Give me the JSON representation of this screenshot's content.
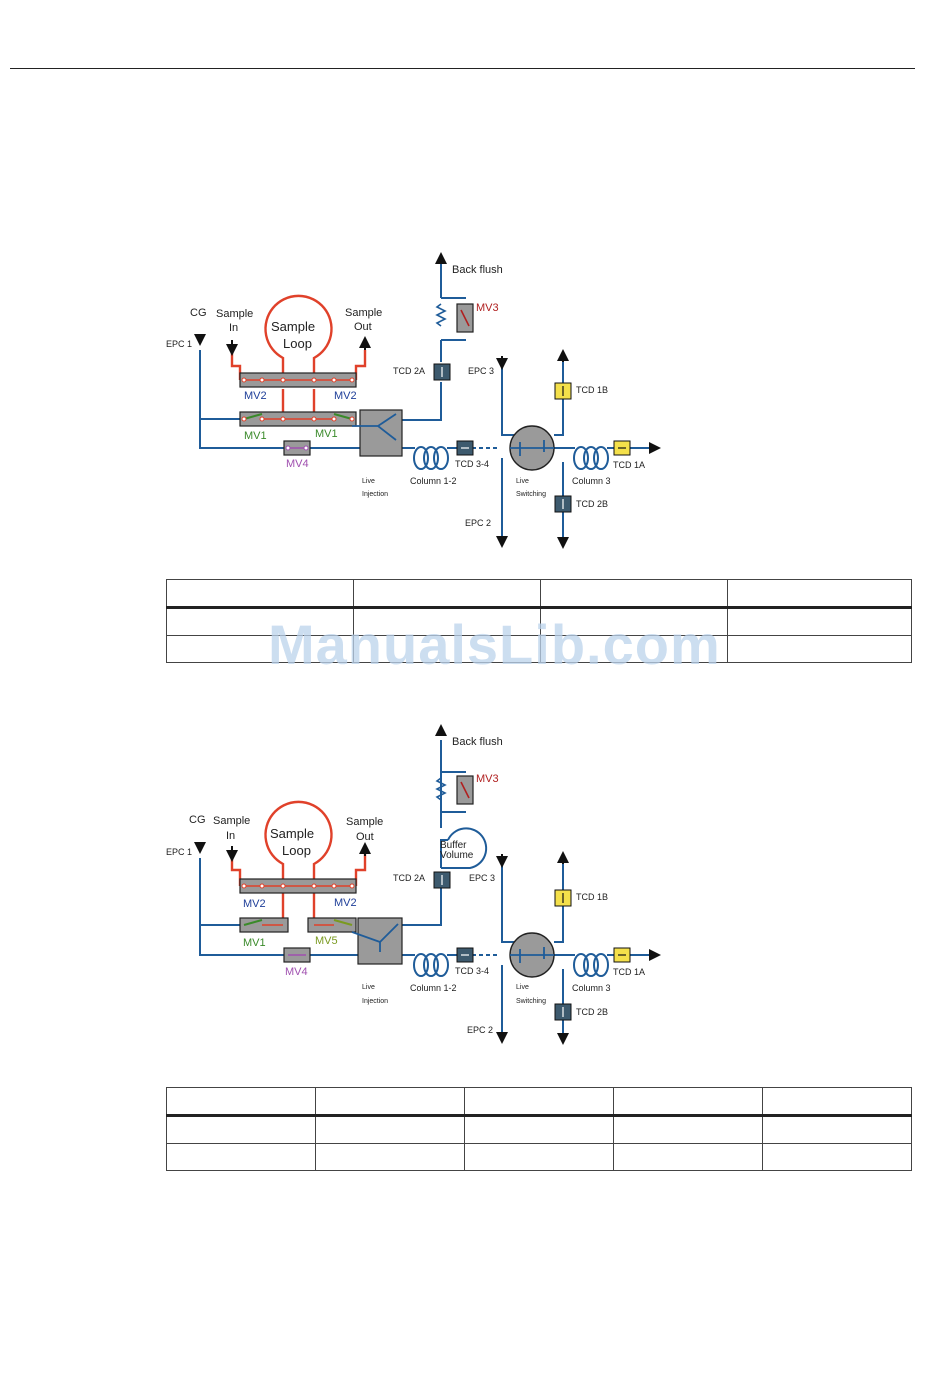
{
  "watermark": "ManualsLib.com",
  "colors": {
    "gas_line": "#1f5c99",
    "sample_line": "#e0412a",
    "mv1": "#3a8a2a",
    "mv2": "#1f3f99",
    "mv3": "#b02020",
    "mv4": "#a050b0",
    "mv5": "#7a9a20",
    "tcd_dark": "#3d5a6e",
    "tcd_yellow": "#f4e04a",
    "valve_body": "#9a9a9a"
  },
  "diagram1": {
    "back_flush": "Back flush",
    "mv3": "MV3",
    "cg": "CG",
    "epc1": "EPC 1",
    "sample_in_1": "Sample",
    "sample_in_2": "In",
    "sample_out_1": "Sample",
    "sample_out_2": "Out",
    "loop_1": "Sample",
    "loop_2": "Loop",
    "mv2_left": "MV2",
    "mv2_right": "MV2",
    "mv1_left": "MV1",
    "mv1_right": "MV1",
    "mv4": "MV4",
    "tcd2a": "TCD 2A",
    "epc3": "EPC 3",
    "tcd1b": "TCD 1B",
    "tcd34": "TCD 3-4",
    "tcd1a": "TCD 1A",
    "tcd2b": "TCD 2B",
    "column12": "Column 1-2",
    "column3": "Column 3",
    "live_inj_1": "Live",
    "live_inj_2": "Injection",
    "live_sw_1": "Live",
    "live_sw_2": "Switching",
    "epc2": "EPC 2"
  },
  "diagram2": {
    "back_flush": "Back flush",
    "mv3": "MV3",
    "cg": "CG",
    "epc1": "EPC 1",
    "sample_in_1": "Sample",
    "sample_in_2": "In",
    "sample_out_1": "Sample",
    "sample_out_2": "Out",
    "loop_1": "Sample",
    "loop_2": "Loop",
    "buffer_1": "Buffer",
    "buffer_2": "Volume",
    "mv2_left": "MV2",
    "mv2_right": "MV2",
    "mv1": "MV1",
    "mv5": "MV5",
    "mv4": "MV4",
    "tcd2a": "TCD 2A",
    "epc3": "EPC 3",
    "tcd1b": "TCD 1B",
    "tcd34": "TCD 3-4",
    "tcd1a": "TCD 1A",
    "tcd2b": "TCD 2B",
    "column12": "Column 1-2",
    "column3": "Column 3",
    "live_inj_1": "Live",
    "live_inj_2": "Injection",
    "live_sw_1": "Live",
    "live_sw_2": "Switching",
    "epc2": "EPC 2"
  },
  "table1": {
    "columns": 4,
    "rows": 3,
    "cells": []
  },
  "table2": {
    "columns": 5,
    "rows": 3,
    "cells": []
  }
}
